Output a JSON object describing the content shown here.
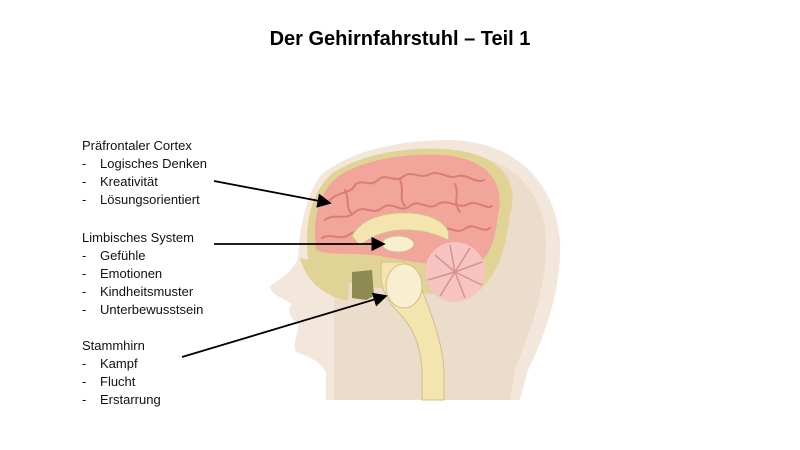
{
  "slide": {
    "title": "Der Gehirnfahrstuhl – Teil 1"
  },
  "groups": [
    {
      "heading": "Präfrontaler Cortex",
      "items": [
        "Logisches Denken",
        "Kreativität",
        "Lösungsorientiert"
      ]
    },
    {
      "heading": "Limbisches System",
      "items": [
        "Gefühle",
        "Emotionen",
        "Kindheitsmuster",
        "Unterbewusstsein"
      ]
    },
    {
      "heading": "Stammhirn",
      "items": [
        "Kampf",
        "Flucht",
        "Erstarrung"
      ]
    }
  ],
  "bullet": "-",
  "colors": {
    "head_outer": "#f3e7dc",
    "head_inner": "#ecdccb",
    "skull_ring": "#e0d395",
    "cortex": "#f2a59a",
    "cortex_gyri": "#d97d75",
    "cerebellum": "#f6c4c1",
    "brainstem": "#f3e5ad",
    "arrow": "#000000"
  }
}
